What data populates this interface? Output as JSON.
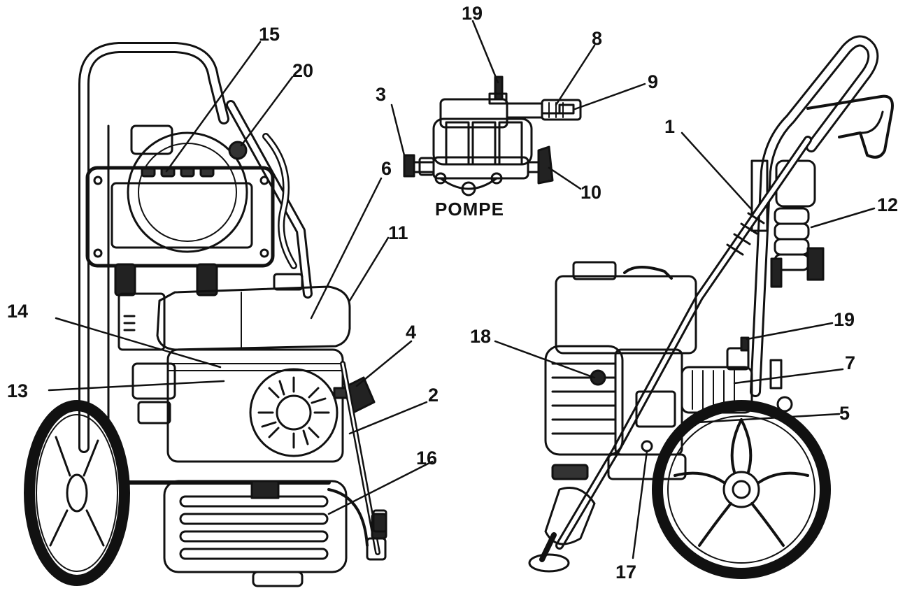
{
  "caption": "POMPE",
  "callouts": {
    "c1": "1",
    "c2": "2",
    "c3": "3",
    "c4": "4",
    "c5": "5",
    "c6": "6",
    "c7": "7",
    "c8": "8",
    "c9": "9",
    "c10": "10",
    "c11": "11",
    "c12": "12",
    "c13": "13",
    "c14": "14",
    "c15": "15",
    "c16": "16",
    "c17": "17",
    "c18": "18",
    "c19a": "19",
    "c19b": "19",
    "c20": "20"
  }
}
